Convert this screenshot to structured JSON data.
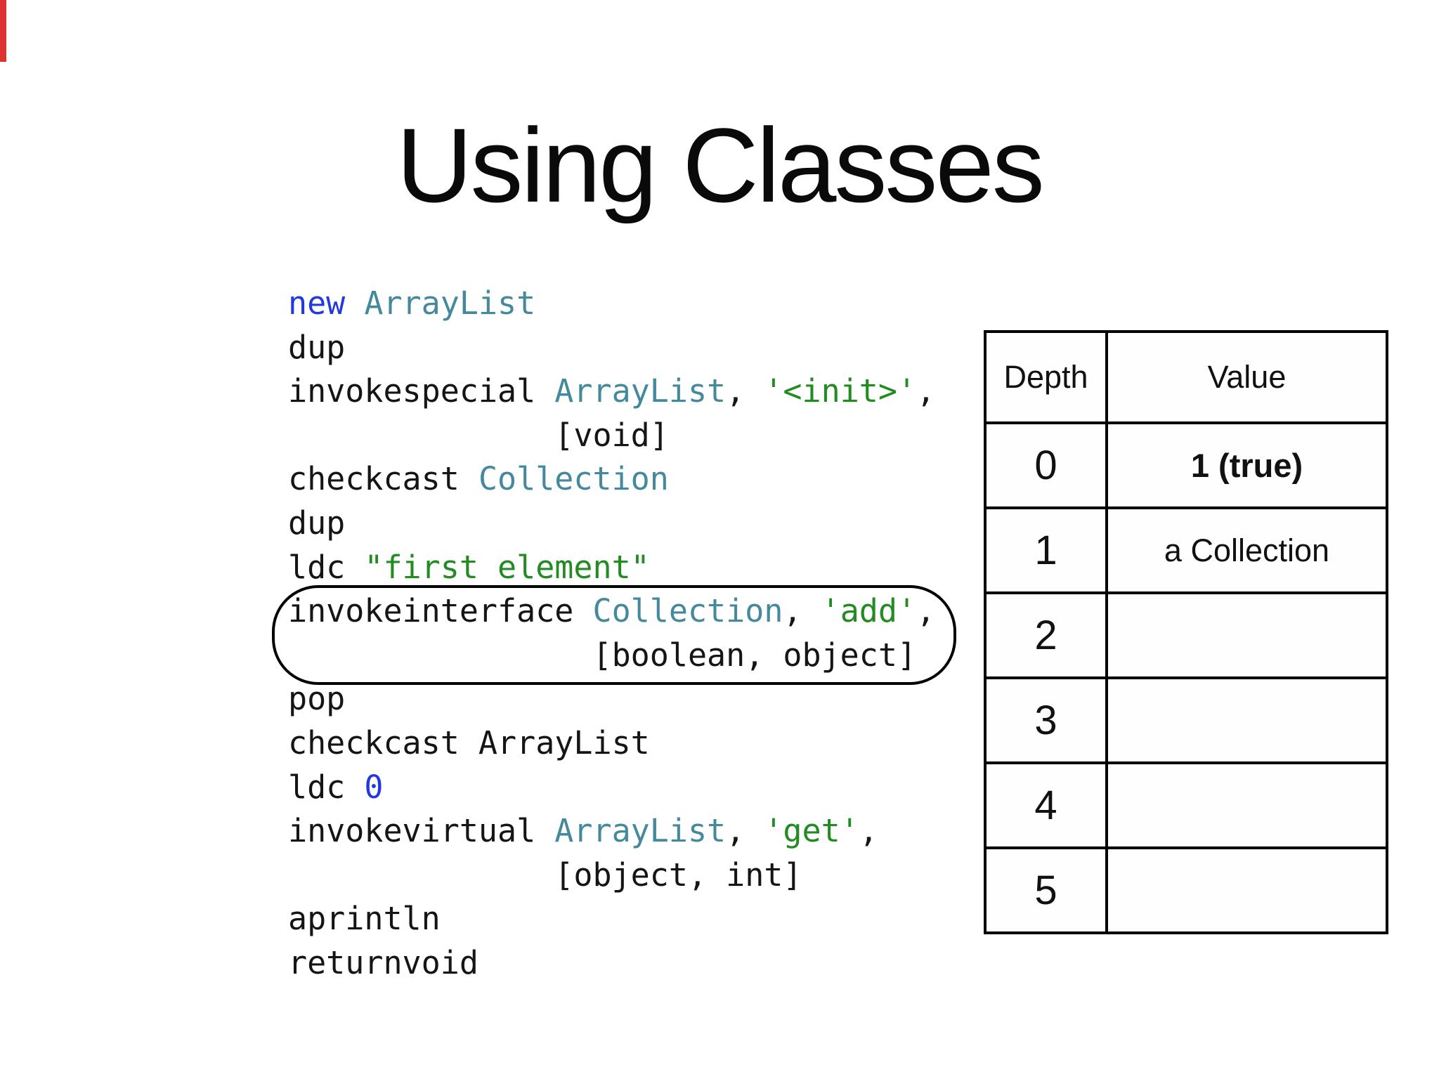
{
  "slide_title": "Using Classes",
  "colors": {
    "keyword": "#2438e0",
    "classname": "#44899c",
    "string": "#228b22",
    "number": "#2438e0",
    "plain": "#151515",
    "accent_red": "#e03131"
  },
  "code": {
    "lines": [
      [
        {
          "t": "new",
          "c": "keyword"
        },
        {
          "t": " ",
          "c": "plain"
        },
        {
          "t": "ArrayList",
          "c": "classname"
        }
      ],
      [
        {
          "t": "dup",
          "c": "plain"
        }
      ],
      [
        {
          "t": "invokespecial ",
          "c": "plain"
        },
        {
          "t": "ArrayList",
          "c": "classname"
        },
        {
          "t": ", ",
          "c": "plain"
        },
        {
          "t": "'<init>'",
          "c": "string"
        },
        {
          "t": ",",
          "c": "plain"
        }
      ],
      [
        {
          "t": "              [void]",
          "c": "plain"
        }
      ],
      [
        {
          "t": "checkcast ",
          "c": "plain"
        },
        {
          "t": "Collection",
          "c": "classname"
        }
      ],
      [
        {
          "t": "dup",
          "c": "plain"
        }
      ],
      [
        {
          "t": "ldc ",
          "c": "plain"
        },
        {
          "t": "\"first element\"",
          "c": "string"
        }
      ],
      [
        {
          "t": "invokeinterface ",
          "c": "plain"
        },
        {
          "t": "Collection",
          "c": "classname"
        },
        {
          "t": ", ",
          "c": "plain"
        },
        {
          "t": "'add'",
          "c": "string"
        },
        {
          "t": ",",
          "c": "plain"
        }
      ],
      [
        {
          "t": "                [boolean, object]",
          "c": "plain"
        }
      ],
      [
        {
          "t": "pop",
          "c": "plain"
        }
      ],
      [
        {
          "t": "checkcast ArrayList",
          "c": "plain"
        }
      ],
      [
        {
          "t": "ldc ",
          "c": "plain"
        },
        {
          "t": "0",
          "c": "number"
        }
      ],
      [
        {
          "t": "invokevirtual ",
          "c": "plain"
        },
        {
          "t": "ArrayList",
          "c": "classname"
        },
        {
          "t": ", ",
          "c": "plain"
        },
        {
          "t": "'get'",
          "c": "string"
        },
        {
          "t": ",",
          "c": "plain"
        }
      ],
      [
        {
          "t": "              [object, int]",
          "c": "plain"
        }
      ],
      [
        {
          "t": "aprintln",
          "c": "plain"
        }
      ],
      [
        {
          "t": "returnvoid",
          "c": "plain"
        }
      ]
    ]
  },
  "stack_table": {
    "headers": [
      "Depth",
      "Value"
    ],
    "rows": [
      {
        "depth": "0",
        "value": "1 (true)",
        "emphasis": true
      },
      {
        "depth": "1",
        "value": "a Collection",
        "emphasis": false
      },
      {
        "depth": "2",
        "value": "",
        "emphasis": false
      },
      {
        "depth": "3",
        "value": "",
        "emphasis": false
      },
      {
        "depth": "4",
        "value": "",
        "emphasis": false
      },
      {
        "depth": "5",
        "value": "",
        "emphasis": false
      }
    ]
  }
}
